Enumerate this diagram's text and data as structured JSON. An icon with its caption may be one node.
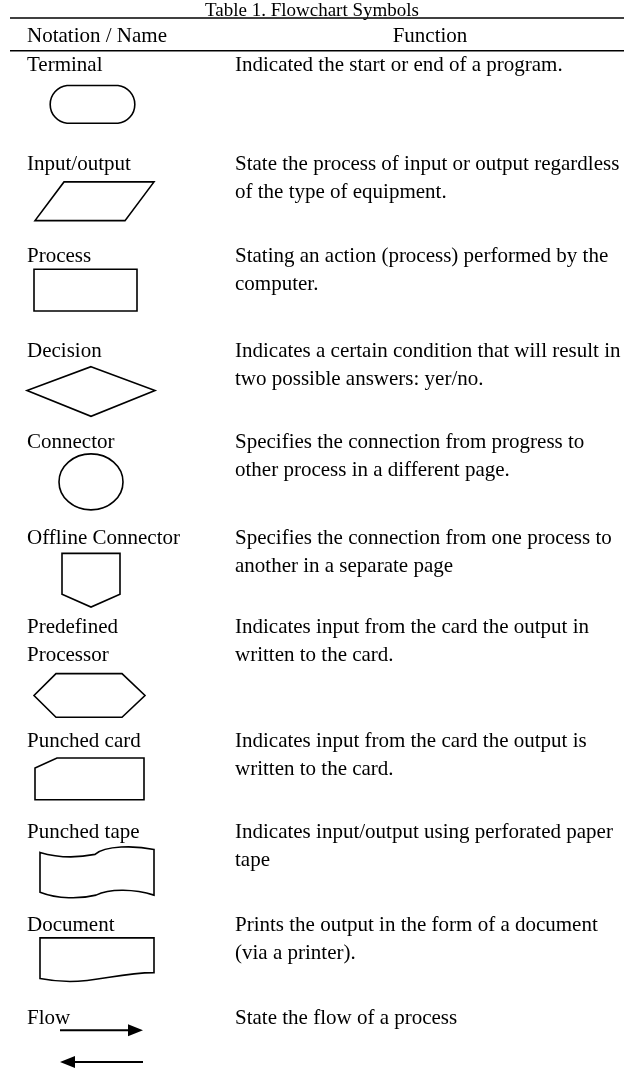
{
  "diagram": {
    "title": "Table 1. Flowchart Symbols",
    "labels": [
      "Notation / Name",
      "Function",
      "Terminal",
      "Indicated the start or end of a program.",
      "Input/output",
      "State the process of input or output regardless of the type of equipment.",
      "Process",
      "Stating an action (process) performed by the computer.",
      "Decision",
      "Indicates a certain condition that will result in two possible answers: yer/no.",
      "Connector",
      "Specifies the connection from progress to other process in a different page.",
      "Offline Connector",
      "Specifies the connection from one process to another in a separate page",
      "Predefined Processor",
      "Indicates input from the card the output in written to the card.",
      "Punched card",
      "Indicates input from the card the output is written to the card.",
      "Punched tape",
      "Indicates input/output using perforated paper tape",
      "Document",
      "Prints the output in the form of a document (via a printer).",
      "Flow",
      "State the flow of a process"
    ]
  }
}
